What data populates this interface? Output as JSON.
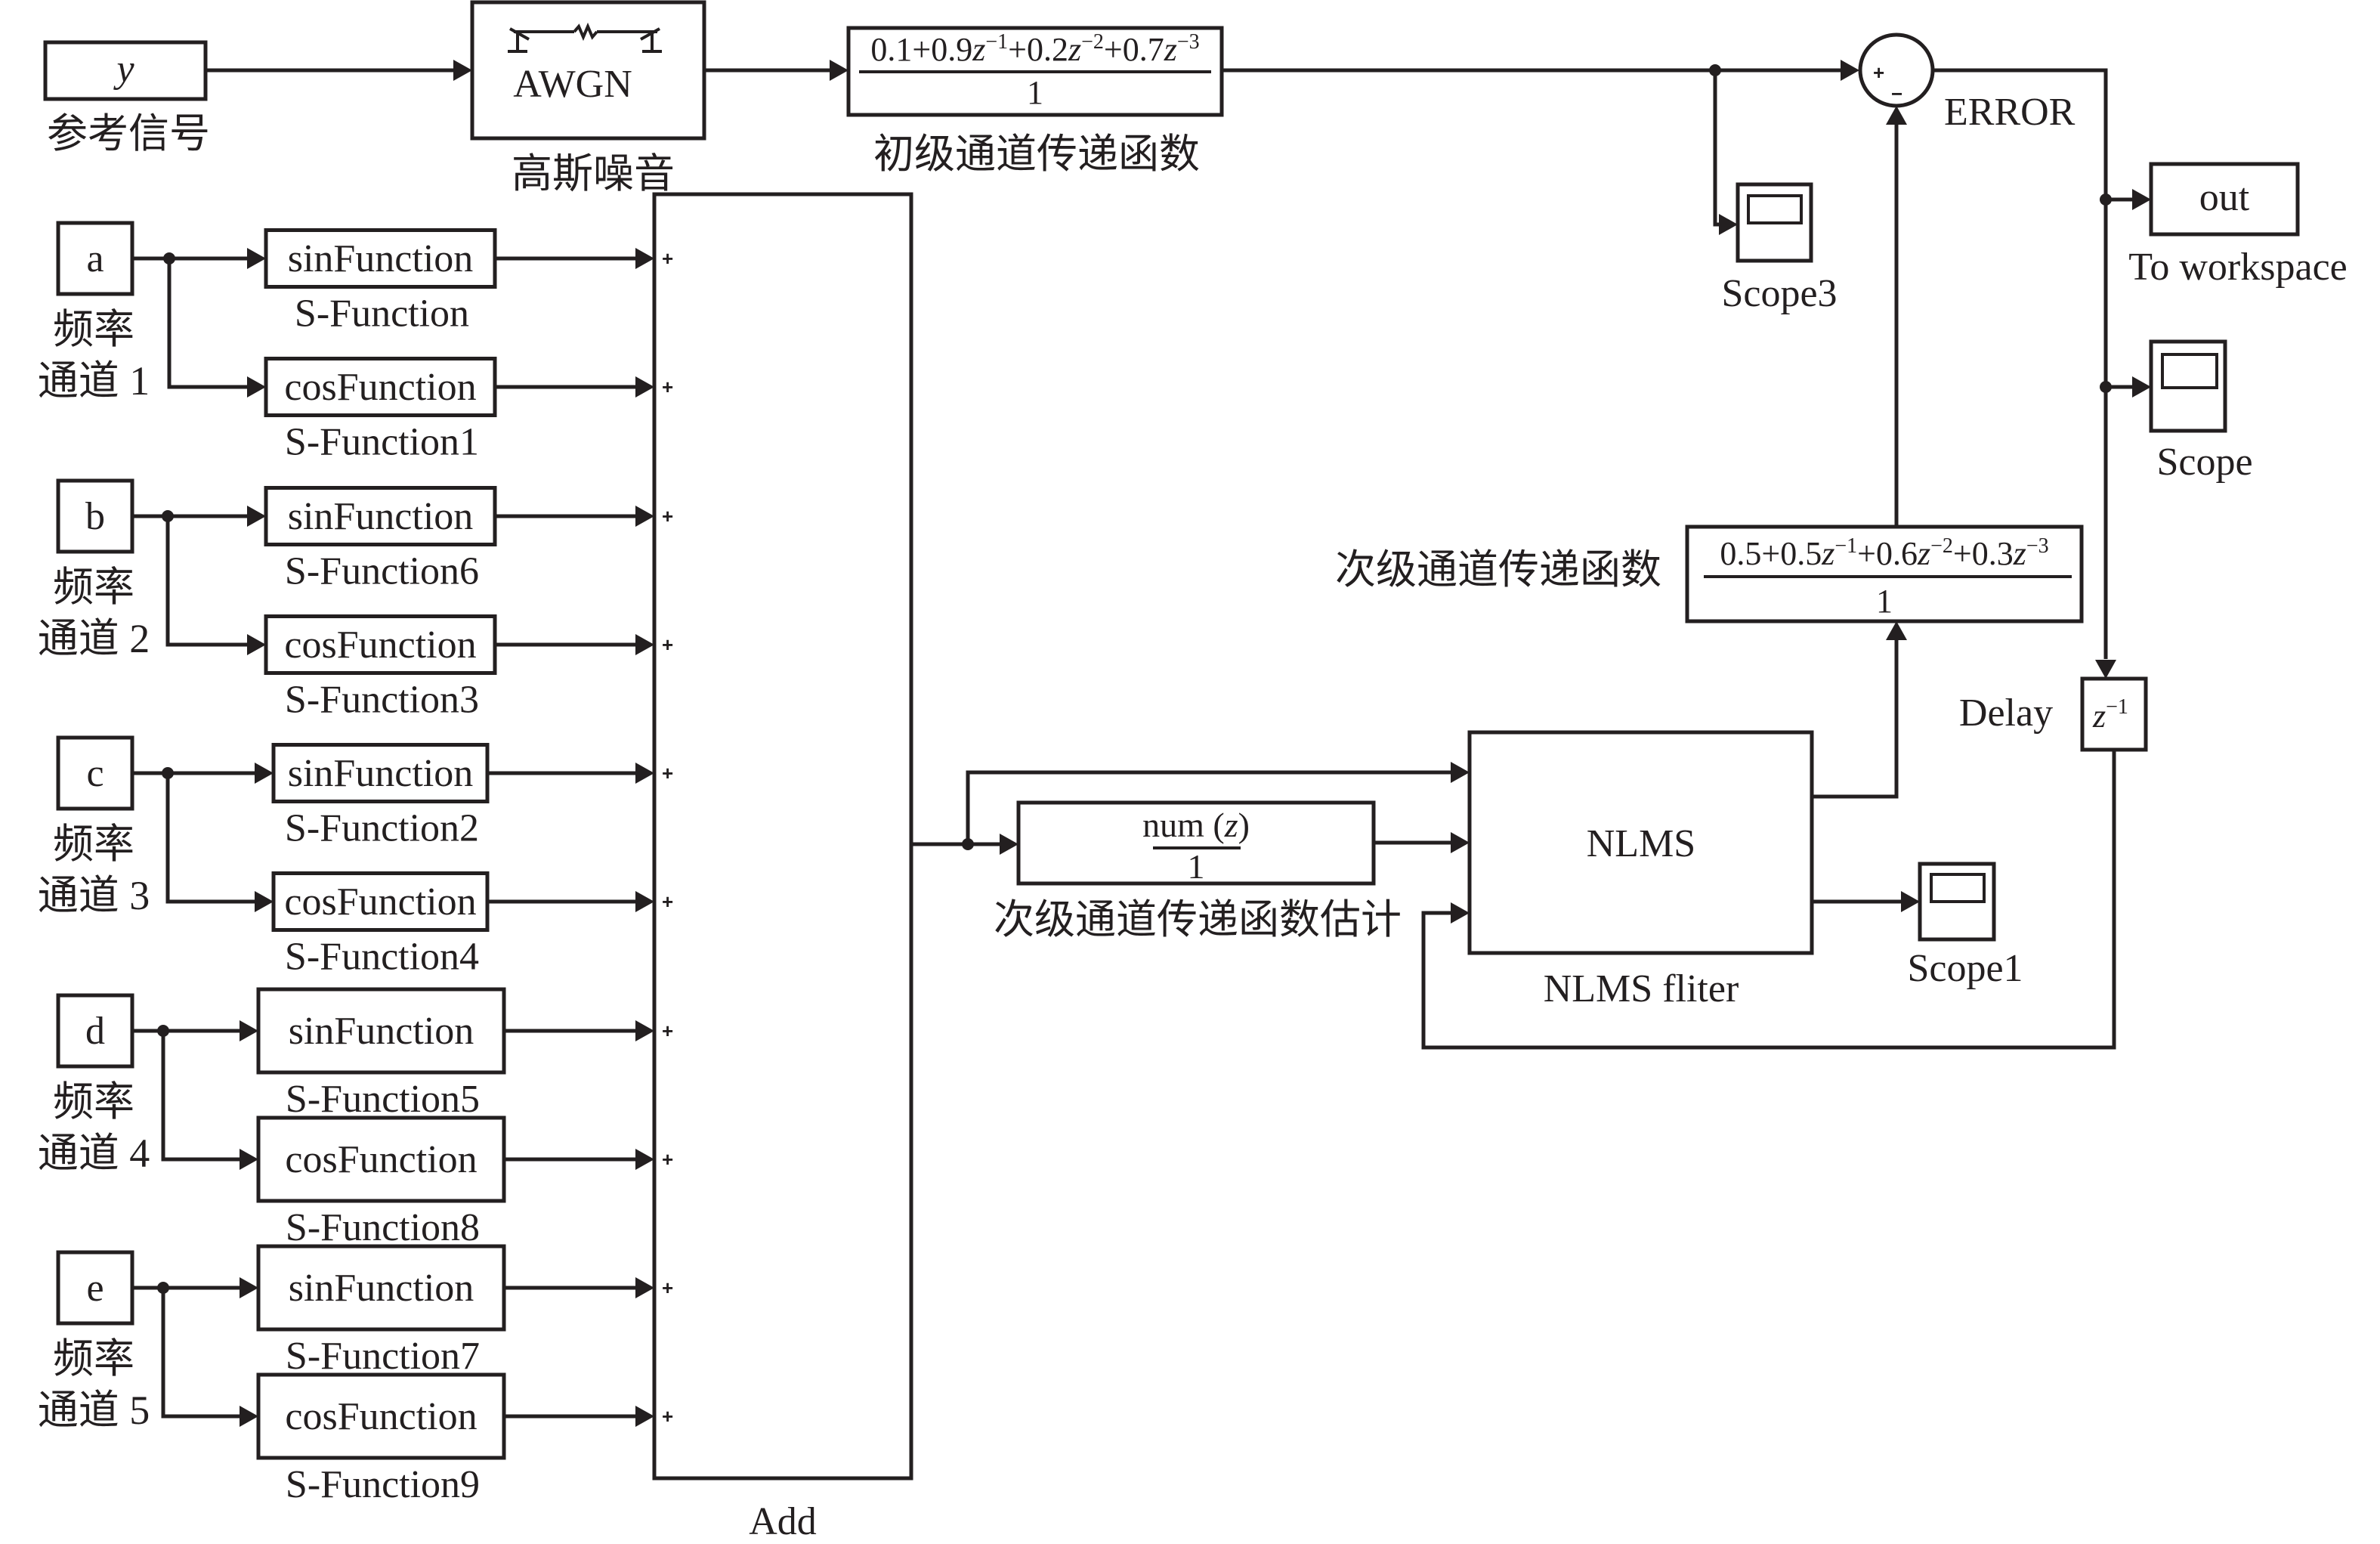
{
  "diagram": {
    "type": "simulink-block-diagram",
    "colors": {
      "ink": "#231f20",
      "background": "#ffffff"
    },
    "reference": {
      "block_text": "y",
      "label": "参考信号"
    },
    "awgn": {
      "block_text": "AWGN",
      "label": "高斯噪音",
      "icon": "awgn-channel-icon"
    },
    "primary_tf": {
      "numerator_parts": [
        "0.1+0.9",
        "z",
        "−1",
        "+0.2",
        "z",
        "−2",
        "+0.7",
        "z",
        "−3"
      ],
      "numerator": "0.1+0.9z^-1+0.2z^-2+0.7z^-3",
      "denominator": "1",
      "label": "初级通道传递函数"
    },
    "sum": {
      "plus": "+",
      "minus": "−",
      "label": "ERROR"
    },
    "scope3": {
      "label": "Scope3"
    },
    "to_workspace": {
      "block_text": "out",
      "label": "To workspace"
    },
    "scope": {
      "label": "Scope"
    },
    "secondary_tf": {
      "numerator_parts": [
        "0.5+0.5",
        "z",
        "−1",
        "+0.6",
        "z",
        "−2",
        "+0.3",
        "z",
        "−3"
      ],
      "numerator": "0.5+0.5z^-1+0.6z^-2+0.3z^-3",
      "denominator": "1",
      "label": "次级通道传递函数"
    },
    "delay": {
      "label": "Delay",
      "block_base": "z",
      "block_exp": "−1"
    },
    "nlms": {
      "block_text": "NLMS",
      "label": "NLMS fliter"
    },
    "scope1": {
      "label": "Scope1"
    },
    "secondary_estimate": {
      "numerator": "num (",
      "numerator_var": "z",
      "numerator_close": ")",
      "denominator": "1",
      "label": "次级通道传递函数估计"
    },
    "add": {
      "label": "Add",
      "input_sign": "+"
    },
    "channels": [
      {
        "source": "a",
        "label_line1": "频率",
        "label_line2": "通道 1",
        "sin": {
          "text": "sinFunction",
          "name": "S-Function"
        },
        "cos": {
          "text": "cosFunction",
          "name": "S-Function1"
        }
      },
      {
        "source": "b",
        "label_line1": "频率",
        "label_line2": "通道 2",
        "sin": {
          "text": "sinFunction",
          "name": "S-Function6"
        },
        "cos": {
          "text": "cosFunction",
          "name": "S-Function3"
        }
      },
      {
        "source": "c",
        "label_line1": "频率",
        "label_line2": "通道 3",
        "sin": {
          "text": "sinFunction",
          "name": "S-Function2"
        },
        "cos": {
          "text": "cosFunction",
          "name": "S-Function4"
        }
      },
      {
        "source": "d",
        "label_line1": "频率",
        "label_line2": "通道 4",
        "sin": {
          "text": "sinFunction",
          "name": "S-Function5"
        },
        "cos": {
          "text": "cosFunction",
          "name": "S-Function8"
        }
      },
      {
        "source": "e",
        "label_line1": "频率",
        "label_line2": "通道 5",
        "sin": {
          "text": "sinFunction",
          "name": "S-Function7"
        },
        "cos": {
          "text": "cosFunction",
          "name": "S-Function9"
        }
      }
    ]
  }
}
